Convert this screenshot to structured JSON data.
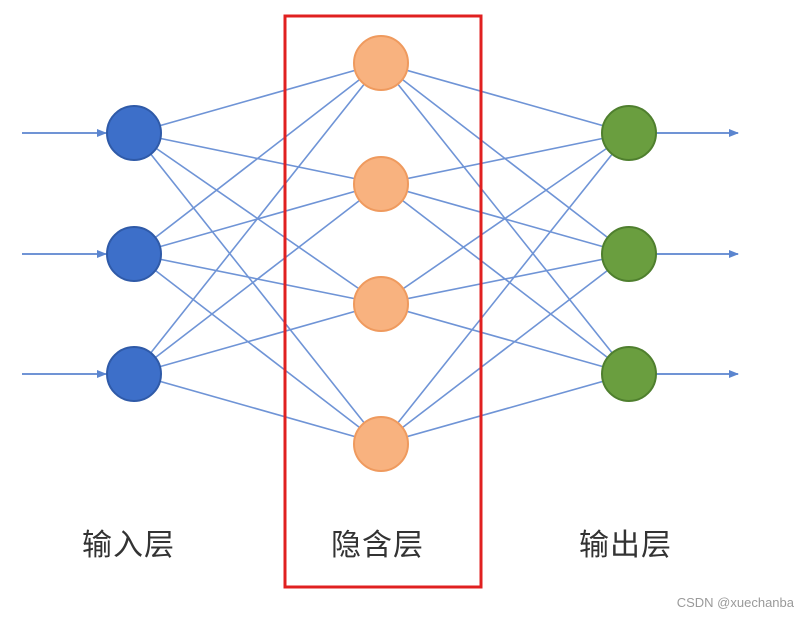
{
  "layers": [
    {
      "id": "input",
      "label": "输入层",
      "nodes": 3,
      "color": "#3d6fc9",
      "stroke": "#2f5aa8"
    },
    {
      "id": "hidden",
      "label": "隐含层",
      "nodes": 4,
      "color": "#f8b27f",
      "stroke": "#ef9a5e"
    },
    {
      "id": "output",
      "label": "输出层",
      "nodes": 3,
      "color": "#6a9e3f",
      "stroke": "#4f7f2e"
    }
  ],
  "colors": {
    "edge": "#6f94d6",
    "arrow": "#5b85cf",
    "highlight_box": "#e02020"
  },
  "highlighted_layer": "hidden",
  "watermark": "CSDN @xuechanba"
}
